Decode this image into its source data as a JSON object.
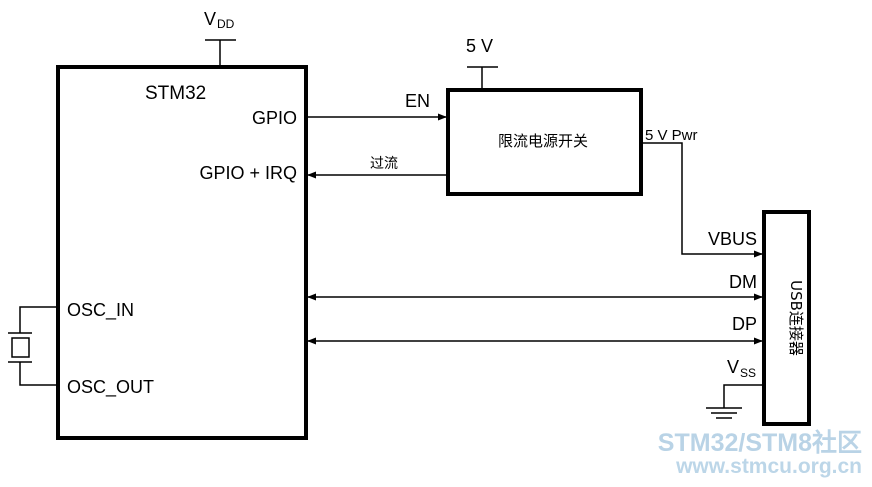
{
  "mcu": {
    "supply_label": "V",
    "supply_sub": "DD",
    "name": "STM32",
    "pin_gpio": "GPIO",
    "pin_gpio_irq": "GPIO + IRQ",
    "pin_osc_in": "OSC_IN",
    "pin_osc_out": "OSC_OUT"
  },
  "switch": {
    "supply_label": "5 V",
    "name": "限流电源开关",
    "en_label": "EN",
    "overcurrent_label": "过流",
    "output_label": "5 V Pwr"
  },
  "connector": {
    "name": "USB连接器",
    "pin_vbus": "VBUS",
    "pin_dm": "DM",
    "pin_dp": "DP",
    "pin_vss_label": "V",
    "pin_vss_sub": "SS"
  },
  "watermark": {
    "line1": "STM32/STM8社区",
    "line2": "www.stmcu.org.cn",
    "color": "#b9d3e6"
  }
}
